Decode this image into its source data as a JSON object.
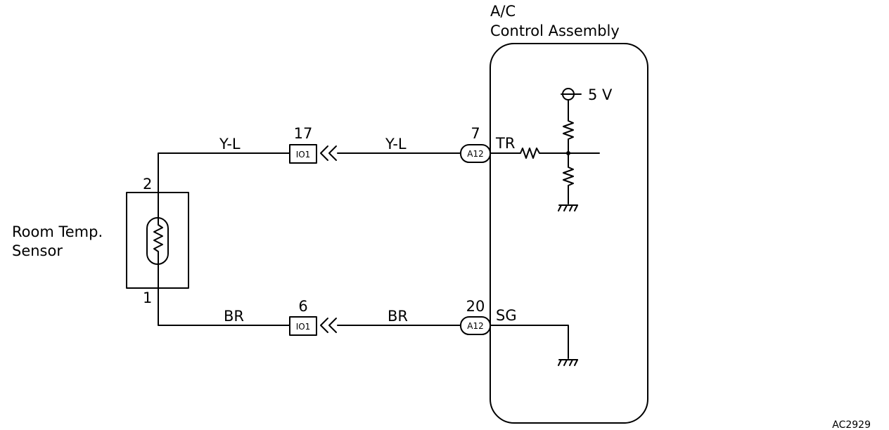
{
  "control_assembly": {
    "title_line1": "A/C",
    "title_line2": "Control Assembly",
    "supply_label": "5 V",
    "terminal_tr": "TR",
    "terminal_sg": "SG"
  },
  "sensor": {
    "label_line1": "Room Temp.",
    "label_line2": "Sensor",
    "pin_top": "2",
    "pin_bottom": "1"
  },
  "top_circuit": {
    "wire_left": "Y-L",
    "wire_right": "Y-L",
    "junction_pin": "17",
    "junction_code": "IO1",
    "connector_pin": "7",
    "connector_code": "A12"
  },
  "bottom_circuit": {
    "wire_left": "BR",
    "wire_right": "BR",
    "junction_pin": "6",
    "junction_code": "IO1",
    "connector_pin": "20",
    "connector_code": "A12"
  },
  "figure_code": "AC2929"
}
